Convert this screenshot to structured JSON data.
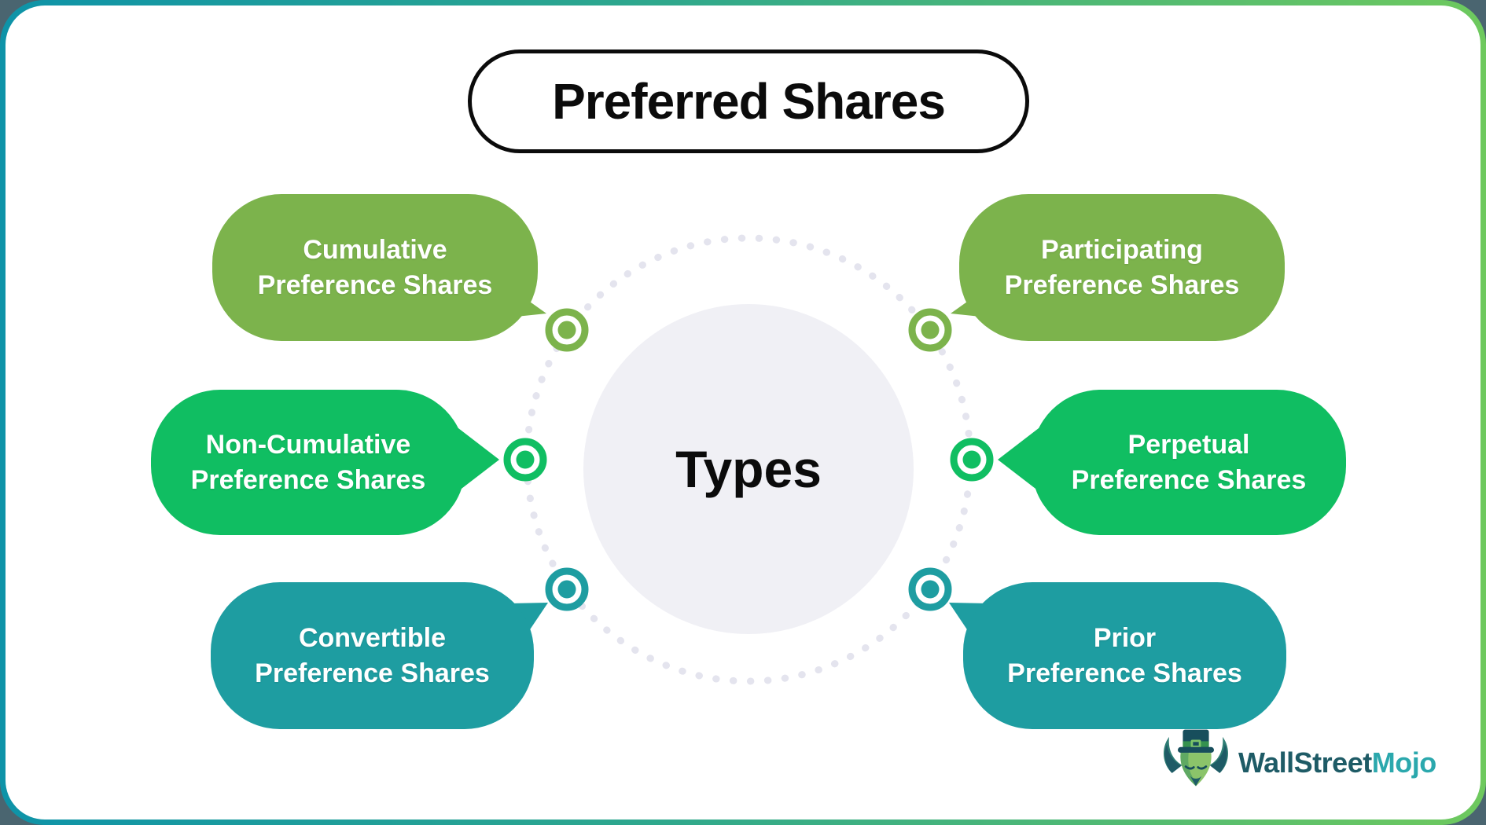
{
  "title": {
    "label": "Preferred Shares"
  },
  "center": {
    "label": "Types",
    "circle_color": "#F0F0F5",
    "ring_dot_color": "#E4E4EE"
  },
  "bubbles": [
    {
      "id": "cumulative",
      "label": "Cumulative\nPreference Shares",
      "color": "#7CB34C",
      "position": "left-top",
      "marker": "bullseye-icon"
    },
    {
      "id": "non-cumulative",
      "label": "Non-Cumulative\nPreference Shares",
      "color": "#10BE62",
      "position": "left-middle",
      "marker": "bullseye-icon"
    },
    {
      "id": "convertible",
      "label": "Convertible\nPreference Shares",
      "color": "#1E9DA1",
      "position": "left-bottom",
      "marker": "bullseye-icon"
    },
    {
      "id": "participating",
      "label": "Participating\nPreference Shares",
      "color": "#7CB34C",
      "position": "right-top",
      "marker": "bullseye-icon"
    },
    {
      "id": "perpetual",
      "label": "Perpetual\nPreference Shares",
      "color": "#10BE62",
      "position": "right-middle",
      "marker": "bullseye-icon"
    },
    {
      "id": "prior",
      "label": "Prior\nPreference Shares",
      "color": "#1E9DA1",
      "position": "right-bottom",
      "marker": "bullseye-icon"
    }
  ],
  "frame": {
    "outside_color": "#4A6570",
    "border_gradient_left": "#0E93A8",
    "border_gradient_right": "#6EC95E",
    "background": "#FFFFFF"
  },
  "logo": {
    "text_primary": "WallStreet",
    "text_secondary": "Mojo",
    "primary_color": "#1E5B66",
    "secondary_color": "#2BA8AD",
    "mascot": "bull-with-top-hat-icon"
  }
}
